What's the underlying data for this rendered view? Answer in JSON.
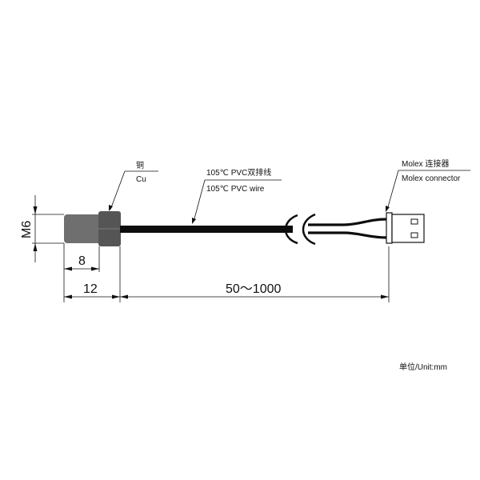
{
  "labels": {
    "material_cn": "铜",
    "material_en": "Cu",
    "wire_cn": "105℃ PVC双排线",
    "wire_en": "105℃ PVC wire",
    "connector_cn": "Molex 连接器",
    "connector_en": "Molex connector",
    "unit": "单位/Unit:mm"
  },
  "dimensions": {
    "thread": "M6",
    "nut": "8",
    "probe": "12",
    "cable": "50～1000"
  },
  "colors": {
    "line": "#111111",
    "probe_body": "#6f6f6f",
    "nut": "#555555",
    "cable": "#0d0d0d"
  }
}
